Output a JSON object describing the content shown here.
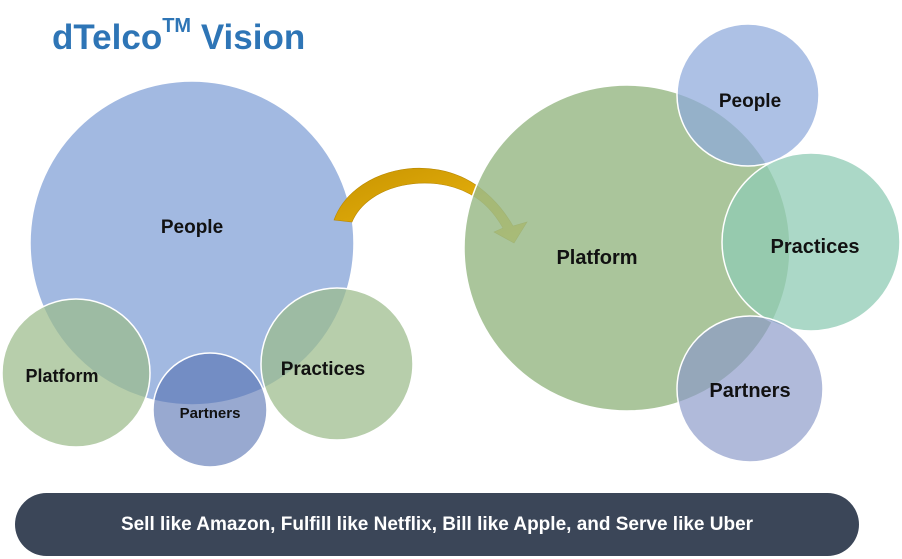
{
  "title": {
    "main": "dTelco",
    "superscript": "TM",
    "suffix": " Vision"
  },
  "left_diagram": {
    "people": "People",
    "platform": "Platform",
    "partners": "Partners",
    "practices": "Practices"
  },
  "right_diagram": {
    "platform": "Platform",
    "people": "People",
    "practices": "Practices",
    "partners": "Partners"
  },
  "banner": {
    "text": "Sell like Amazon, Fulfill like Netflix, Bill like Apple, and Serve like Uber"
  },
  "colors": {
    "title": "#2E75B6",
    "people": "#8EA9DB",
    "platform": "#9BBB8A",
    "practices": "#8FCBB4",
    "partners": "#8A99C8",
    "arrow": "#D6A000",
    "banner": "#3B4658"
  }
}
